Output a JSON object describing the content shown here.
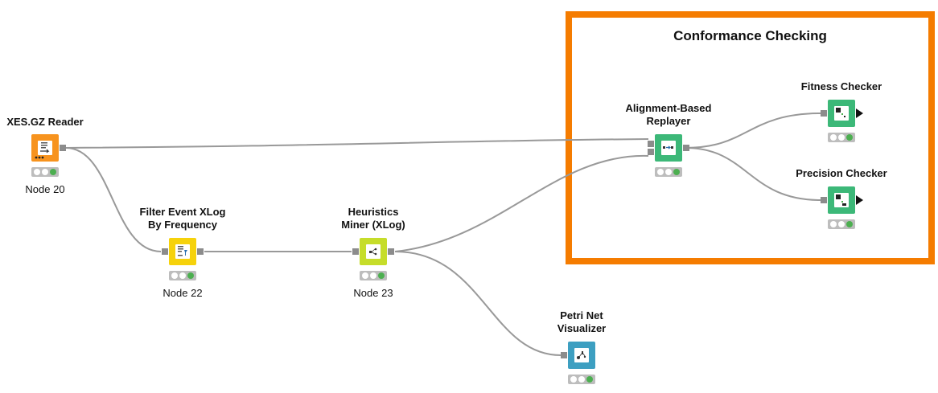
{
  "annotation": {
    "title": "Conformance Checking",
    "border_color": "#f57c00"
  },
  "colors": {
    "reader": "#f7931e",
    "filter": "#f6d20b",
    "miner": "#c6dd2a",
    "replayer": "#3cb878",
    "checker": "#3cb878",
    "visualizer": "#3d9fc1",
    "wire": "#999999",
    "status_ok": "#4caf50"
  },
  "nodes": {
    "reader": {
      "label": "XES.GZ Reader",
      "caption": "Node 20",
      "icon": "file-reader-icon"
    },
    "filter": {
      "label_line1": "Filter Event XLog",
      "label_line2": "By Frequency",
      "caption": "Node 22",
      "icon": "filter-icon"
    },
    "miner": {
      "label_line1": "Heuristics",
      "label_line2": "Miner (XLog)",
      "caption": "Node 23",
      "icon": "miner-icon"
    },
    "replayer": {
      "label_line1": "Alignment-Based",
      "label_line2": "Replayer",
      "icon": "replayer-icon"
    },
    "fitness": {
      "label": "Fitness Checker",
      "icon": "fitness-icon"
    },
    "precision": {
      "label": "Precision Checker",
      "icon": "precision-icon"
    },
    "visualizer": {
      "label_line1": "Petri Net",
      "label_line2": "Visualizer",
      "icon": "petri-net-icon"
    }
  }
}
